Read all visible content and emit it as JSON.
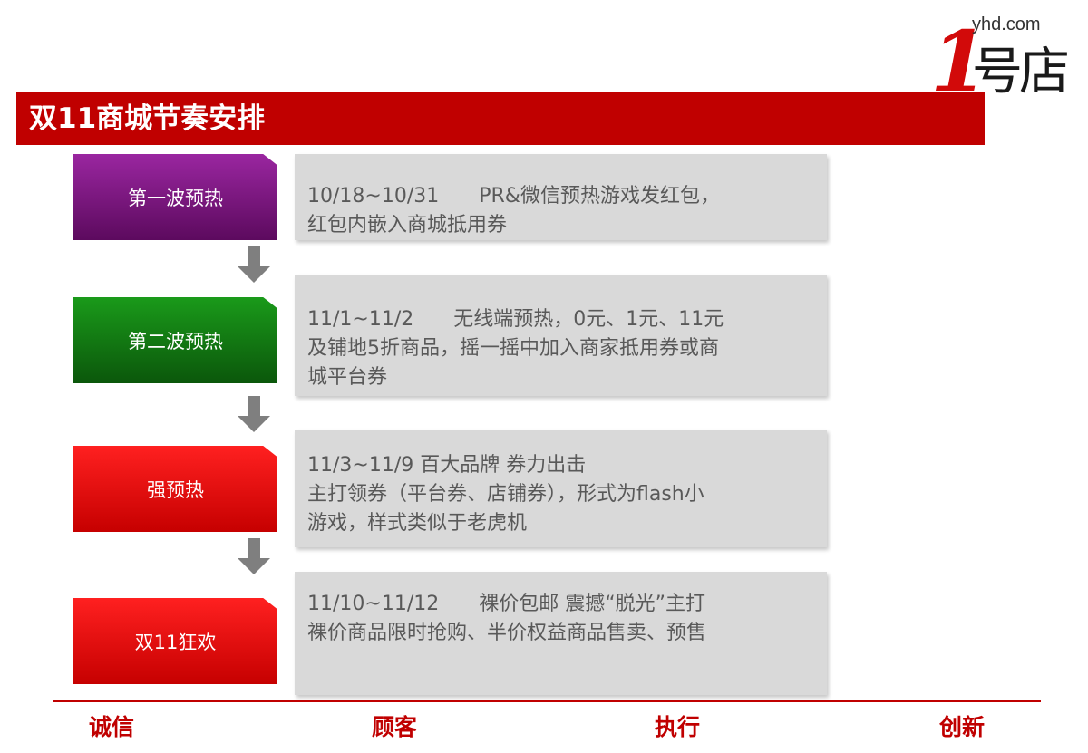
{
  "logo": {
    "one": "1",
    "site": "yhd.com",
    "name": "号店"
  },
  "title": "双11商城节奏安排",
  "stages": [
    {
      "label": "第一波预热",
      "color": "purple",
      "lines": [
        "10/18~10/31　　PR&微信预热游戏发红包，",
        "红包内嵌入商城抵用券"
      ]
    },
    {
      "label": "第二波预热",
      "color": "green",
      "lines": [
        "11/1~11/2　　无线端预热，0元、1元、11元",
        "及铺地5折商品，摇一摇中加入商家抵用券或商",
        "城平台券"
      ]
    },
    {
      "label": "强预热",
      "color": "red",
      "lines": [
        "11/3~11/9  百大品牌 券力出击",
        "主打领券（平台券、店铺券），形式为flash小",
        "游戏，样式类似于老虎机"
      ]
    },
    {
      "label": "双11狂欢",
      "color": "red",
      "lines": [
        "11/10~11/12　　裸价包邮 震撼“脱光”主打",
        "裸价商品限时抢购、半价权益商品售卖、预售"
      ]
    }
  ],
  "footer": {
    "mottos": [
      "诚信",
      "顾客",
      "执行",
      "创新"
    ]
  },
  "colors": {
    "brand_red": "#c00000",
    "box_gray": "#d9d9d9",
    "text_gray": "#595959",
    "arrow_gray": "#7f7f7f"
  }
}
